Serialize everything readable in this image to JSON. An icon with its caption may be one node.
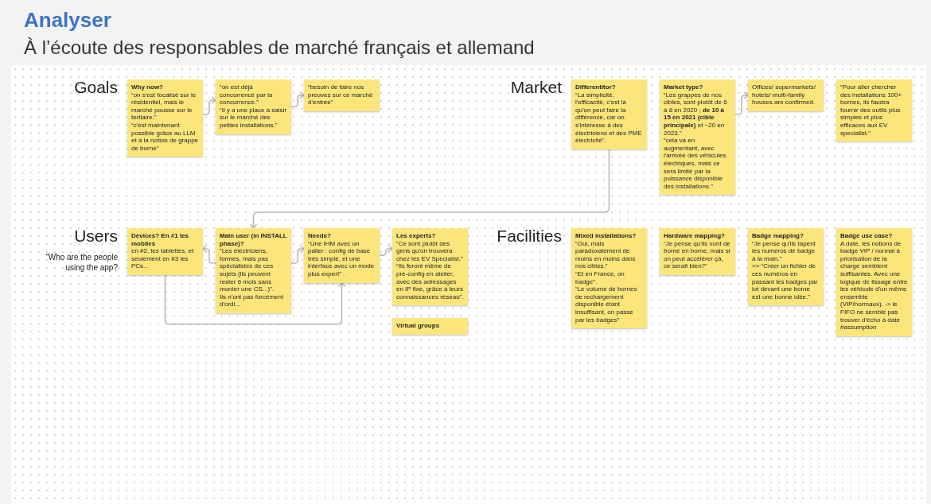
{
  "diagram": {
    "title": "Analyser",
    "nodes": [
      {
        "text": [
          "Why now?",
          "“on s'est focalisé sur le résidentiel, mais le marché pousse sur le tertiaire.”",
          "“c'est maintenant possible grâce au LLM et à la notion de grappe de borne”"
        ]
      },
      {
        "text": [
          "“on est déjà concurrencé par la concurrence.”",
          "“Il y a une place à saisir sur le marché des petites installations.”"
        ]
      },
      {
        "text": [
          "“besoin de faire nos preuves sur ce marché d'entrée”"
        ]
      },
      {
        "text": [
          "Differentitor?",
          "“La simplicité, l'efficacité, c'est là qu'on peut faire la différence, car on s'intéresse à des électriciens et des PME électricité”."
        ]
      },
      {
        "text": [
          "Market type?",
          "“Les grappes de nos cibles, sont plutôt de 6 à 8 en 2020 ; **de 10 à 15 en 2021 (cible principale)** et ~20 en 2023.”",
          "“cela va en augmentant, avec l'arrivée des véhicules électriques, mais ce sera limité par la puissance disponible des installations.”"
        ]
      },
      {
        "text": [
          "Offices/ supermarkets/ hotels/ multi-family houses are confirmed."
        ]
      },
      {
        "text": [
          "“Pour aller chercher des installations 100+ bornes, ils faudra fournir des outils plus simples et plus efficaces aux EV specialist.”"
        ]
      },
      {
        "text": [
          "Devices? En #1 les mobiles",
          "en #2, les tablettes, et seulement en #3 les PCs..."
        ]
      },
      {
        "text": [
          "Main user (in INSTALL phase)?",
          "“Les électriciens, formés, mais pas spécialistes de ces sujets (ils peuvent rester 6 mois sans monter une CS...)”.",
          "Ils n'ont pas forcément d'ordi..."
        ]
      },
      {
        "text": [
          "Needs?",
          "“Une IHM avec un palier : config de base très simple, et une interface avec un mode plus expert” ."
        ]
      },
      {
        "text": [
          "Les experts?",
          "“Ce sont plutôt des gens qu'on trouvera chez les EV Specialist.”",
          "“Ils feront même de pré-config en atelier, avec des adressages en IP fixe, grâce à leurs connaissances réseau”."
        ]
      },
      {
        "text": [
          "Virtual groups"
        ]
      },
      {
        "text": [
          "Mixed installations?",
          "“Oui, mais paradoxalement de moins en moins dans nos cibles.”",
          "“Et en France, on badge”.",
          "“Le volume de bornes de rechargement disponible étant insuffisant, on passe par les badges”"
        ]
      },
      {
        "text": [
          "Hardware mapping?",
          "“Je pense qu'ils vont de borne en borne, mais si on peut accélérer çà, ce serait bien?”"
        ]
      },
      {
        "text": [
          "Badge mapping?",
          "“Je pense qu'ils tapent les numéros de badge à la main.”",
          "=> “Créer un fichier de ces numéros en passant les badges par lot devant une borne est une bonne idée.”"
        ]
      },
      {
        "text": [
          "Badge use case?",
          "A date, les notions de badge VIP / normal à priorisation de la charge semblent suffisantes. Avec une logique de lissage entre les véhicule d'un même ensemble (VIP/normaux). -> le FIFO ne semble pas trouver d'écho à date #assumption"
        ]
      }
    ],
    "edges": [
      {
        "from": 0,
        "to": 1,
        "arrow": "to"
      },
      {
        "from": 1,
        "to": 2,
        "arrow": "to"
      },
      {
        "from": 4,
        "to": 5,
        "arrow": "to"
      },
      {
        "from": 3,
        "to": 8,
        "arrow": "to"
      },
      {
        "from": 8,
        "to": 7,
        "arrow": "to"
      },
      {
        "from": 8,
        "to": 9,
        "arrow": "to"
      },
      {
        "from": 7,
        "to": 9,
        "arrow": "to"
      },
      {
        "from": 9,
        "to": 10,
        "arrow": "to"
      }
    ],
    "labels": [
      "À l’écoute des responsables de marché français et allemand",
      "Goals",
      "Market",
      "Users",
      "“Who are the people using the app?",
      "Facilities"
    ]
  }
}
